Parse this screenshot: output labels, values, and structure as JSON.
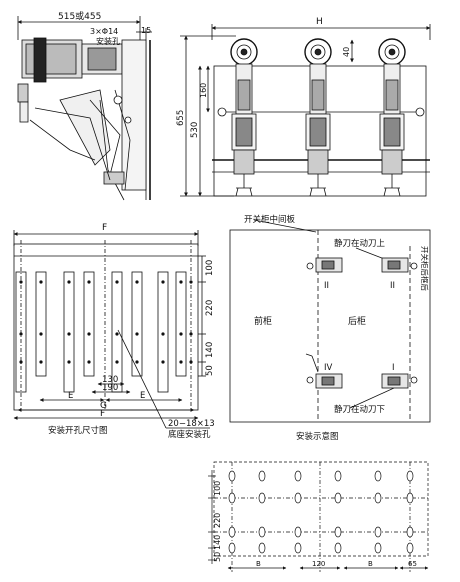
{
  "top_left": {
    "dim_width": "515或455",
    "hole_spec": "3×Φ14",
    "hole_label": "安装孔",
    "dim_offset": "15"
  },
  "top_right": {
    "dim_width": "H",
    "dim_height_outer": "655",
    "dim_height_inner": "530",
    "dim_160": "160",
    "dim_40": "40"
  },
  "mid_left": {
    "dim_F_top": "F",
    "dim_100": "100",
    "dim_220": "220",
    "dim_140": "140",
    "dim_50": "50",
    "dim_130": "130",
    "dim_190": "190",
    "dim_E_left": "E",
    "dim_E_right": "E",
    "dim_G": "G",
    "dim_F_bottom": "F",
    "hole_spec": "20−18×13",
    "hole_label": "底座安装孔",
    "caption": "安装开孔尺寸图"
  },
  "mid_right": {
    "partition_label": "开关柜中间板",
    "upper_note": "静刀在动刀上",
    "lower_note": "静刀在动刀下",
    "rear_door_label": "开关柜后框后",
    "front_label": "前柜",
    "rear_label": "后柜",
    "quadrants": [
      "II",
      "II",
      "IV",
      "I"
    ],
    "caption": "安装示意图"
  },
  "bottom": {
    "dim_100": "100",
    "dim_220": "220",
    "dim_140": "140",
    "dim_50": "50",
    "dim_B_left": "B",
    "dim_120": "120",
    "dim_B_right": "B",
    "dim_65": "65"
  }
}
